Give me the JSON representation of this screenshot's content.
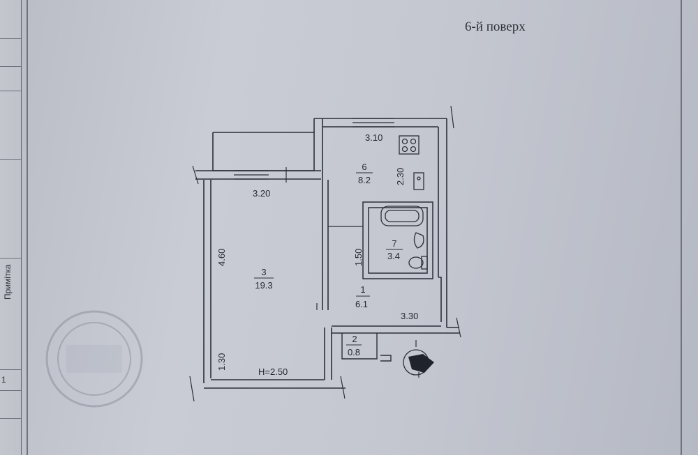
{
  "page": {
    "floor_label": "6-й поверх",
    "margin_label": "Примітка",
    "margin_number": "1"
  },
  "plan": {
    "height_note": "H=2.50",
    "dimensions": {
      "kitchen_width": "3.10",
      "kitchen_depth": "2.30",
      "room_width": "3.20",
      "room_length": "4.60",
      "room_lower": "1.30",
      "bath_depth": "1.50",
      "hall_width": "3.30"
    },
    "rooms": [
      {
        "number": "1",
        "area": "6.1"
      },
      {
        "number": "2",
        "area": "0.8"
      },
      {
        "number": "3",
        "area": "19.3"
      },
      {
        "number": "6",
        "area": "8.2"
      },
      {
        "number": "7",
        "area": "3.4"
      }
    ]
  }
}
